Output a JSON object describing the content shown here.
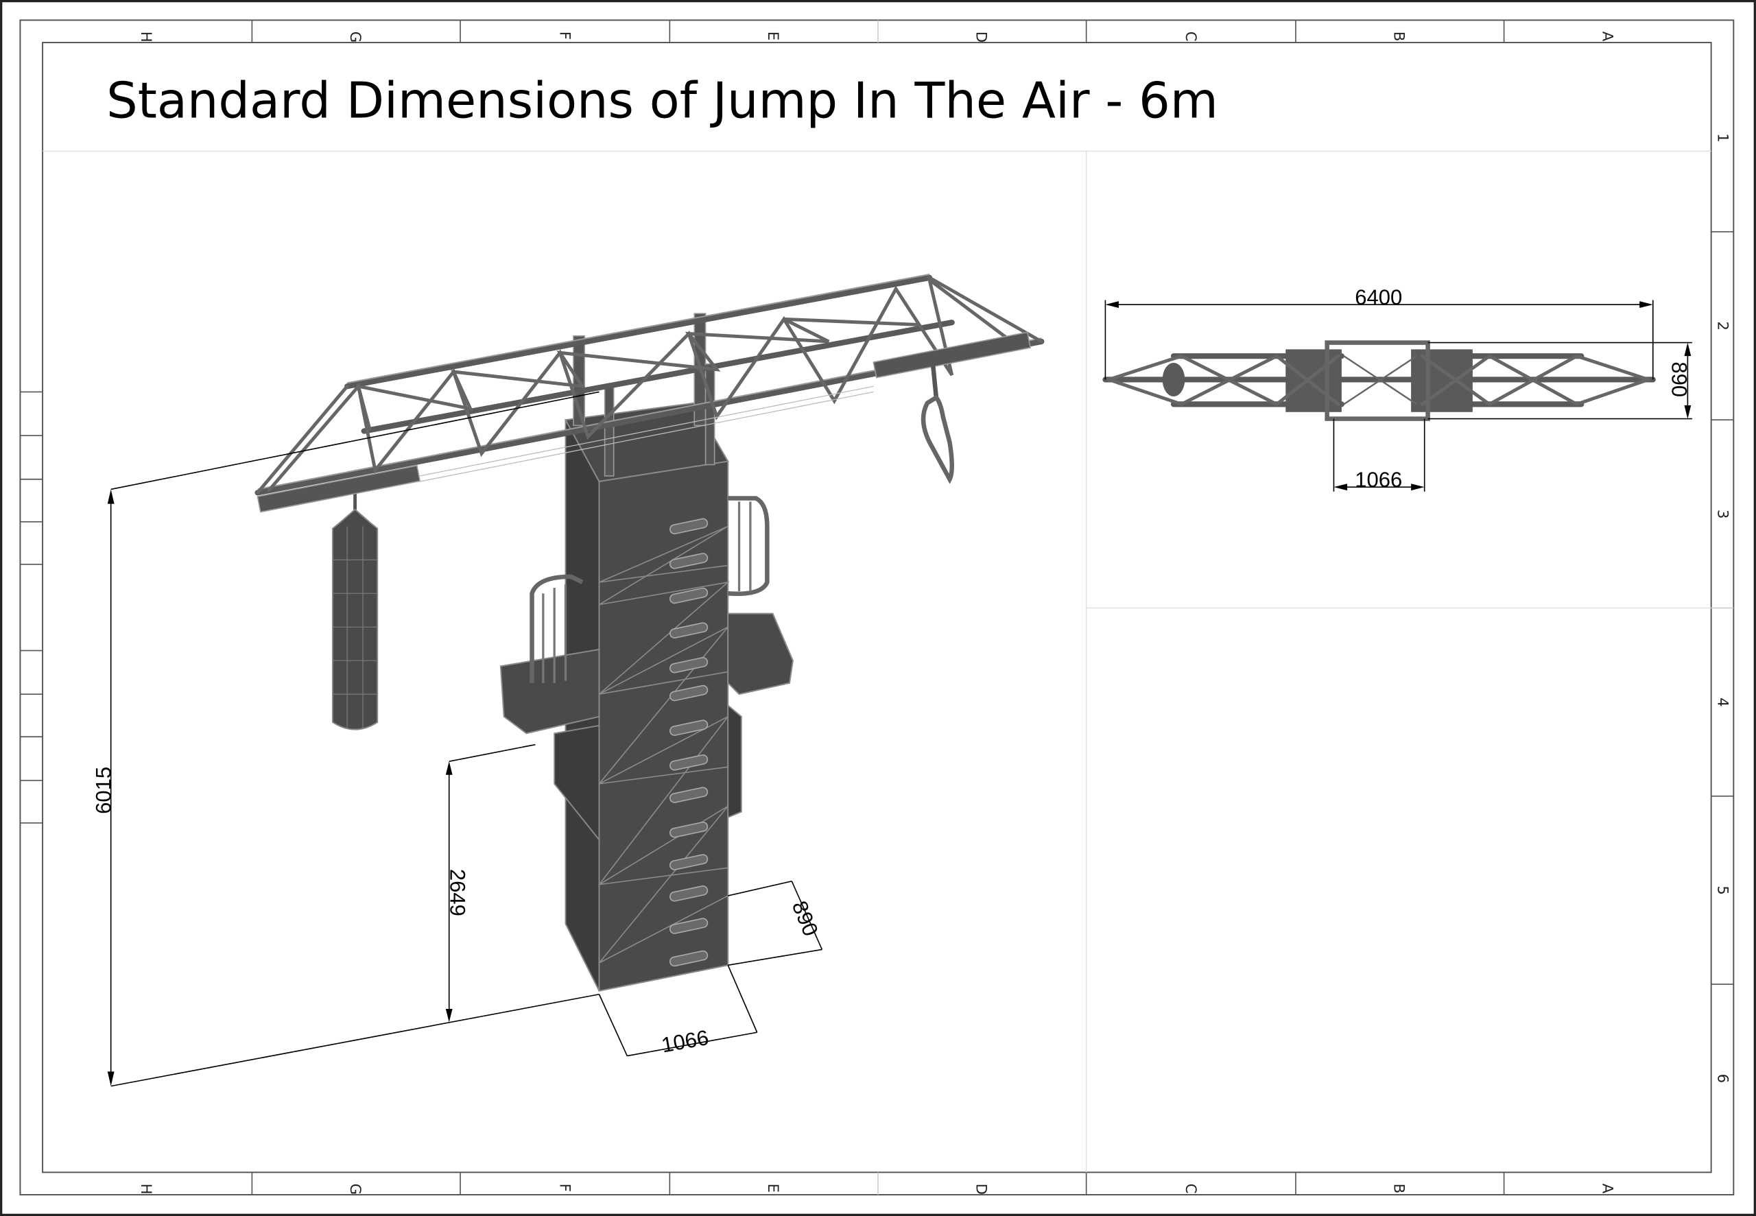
{
  "title": "Standard Dimensions of Jump In The Air - 6m",
  "zones": {
    "columns": [
      "H",
      "G",
      "F",
      "E",
      "D",
      "C",
      "B",
      "A"
    ],
    "rows": [
      "1",
      "2",
      "3",
      "4",
      "5",
      "6"
    ]
  },
  "isometric_view": {
    "dimensions": {
      "total_height": "6015",
      "platform_height": "2649",
      "tower_depth": "890",
      "tower_width": "1066"
    }
  },
  "top_view": {
    "dimensions": {
      "beam_length": "6400",
      "depth": "890",
      "tower_width": "1066"
    }
  },
  "colors": {
    "steel": "#5a5a5a",
    "tower": "#4a4a4a",
    "frame": "#555555"
  }
}
